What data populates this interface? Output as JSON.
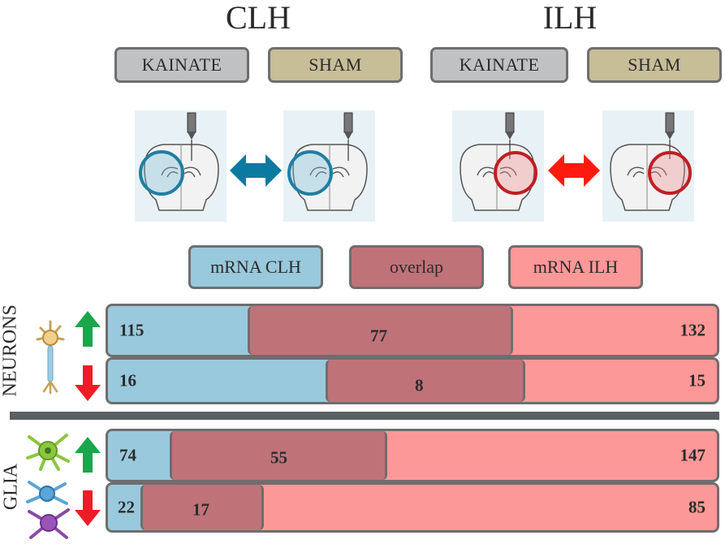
{
  "groups": [
    {
      "title": "CLH",
      "conditions": [
        "KAINATE",
        "SHAM"
      ]
    },
    {
      "title": "ILH",
      "conditions": [
        "KAINATE",
        "SHAM"
      ]
    }
  ],
  "legend": {
    "clh": "mRNA CLH",
    "overlap": "overlap",
    "ilh": "mRNA ILH"
  },
  "colors": {
    "clh": "#99c9dc",
    "overlap": "#c07279",
    "ilh": "#fc9898",
    "up": "#1aa64a",
    "down": "#ee1c25",
    "clh_arrow": "#0c7aa0",
    "ilh_arrow": "#ff1a10"
  },
  "sections": [
    {
      "label": "NEURONS",
      "rows": [
        {
          "direction": "up",
          "clh": "115",
          "overlap": "77",
          "ilh": "132"
        },
        {
          "direction": "down",
          "clh": "16",
          "overlap": "8",
          "ilh": "15"
        }
      ]
    },
    {
      "label": "GLIA",
      "rows": [
        {
          "direction": "up",
          "clh": "74",
          "overlap": "55",
          "ilh": "147"
        },
        {
          "direction": "down",
          "clh": "22",
          "overlap": "17",
          "ilh": "85"
        }
      ]
    }
  ]
}
